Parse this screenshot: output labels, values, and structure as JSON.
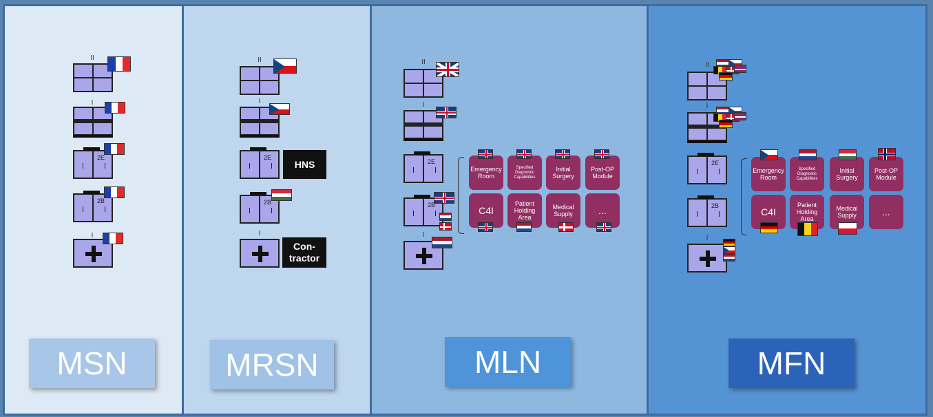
{
  "panels": [
    {
      "label": "MSN"
    },
    {
      "label": "MRSN"
    },
    {
      "label": "MLN"
    },
    {
      "label": "MFN"
    }
  ],
  "echelons": {
    "battalion": "II",
    "company": "I"
  },
  "unit_codes": {
    "e": "2E",
    "b": "2B"
  },
  "mrsn": {
    "hns": "HNS",
    "contractor": "Con-\ntractor"
  },
  "modules": {
    "emergency_room": "Emergency Room",
    "specified_diagnostic": "Specified Diagnostic Capabilities",
    "initial_surgery": "Initial Surgery",
    "post_op": "Post-OP Module",
    "c4i": "C4I",
    "patient_holding": "Patient Holding Area",
    "medical_supply": "Medical Supply",
    "more": "..."
  },
  "colors": {
    "module": "#912e62",
    "unit": "#a9a6ea",
    "btn_msn": "#a8c6e8",
    "btn_mrsn": "#9fc2e6",
    "btn_mln": "#4f94d8",
    "btn_mfn": "#2b63b8"
  },
  "flag_icons": [
    "france-flag-icon",
    "czech-flag-icon",
    "hungary-flag-icon",
    "uk-flag-icon",
    "netherlands-flag-icon",
    "denmark-flag-icon",
    "germany-flag-icon",
    "belgium-flag-icon",
    "poland-flag-icon",
    "norway-flag-icon"
  ]
}
